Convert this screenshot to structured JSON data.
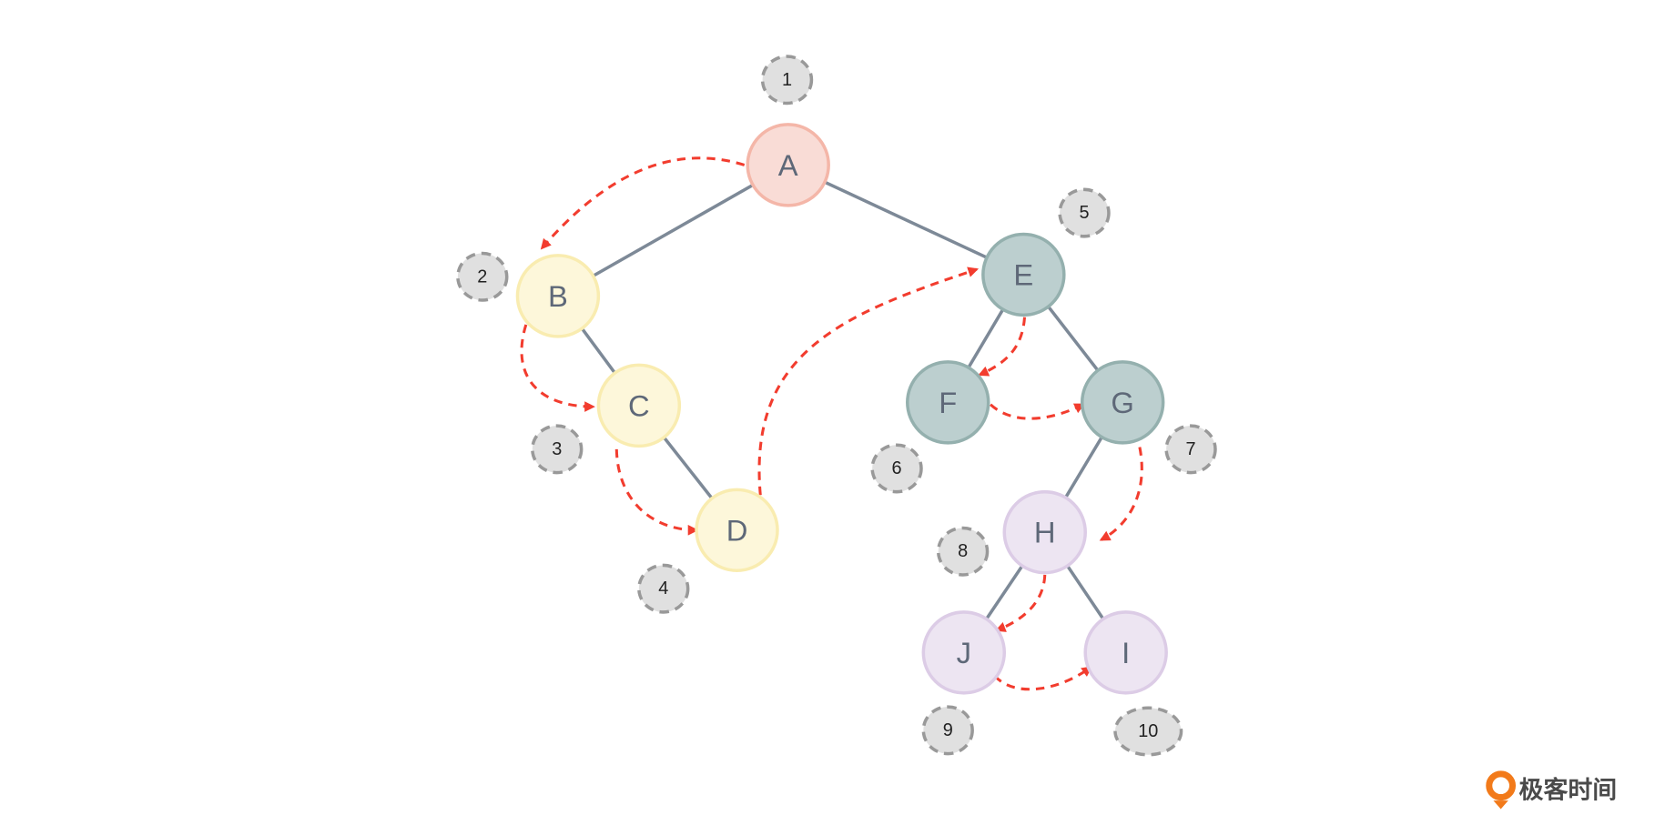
{
  "nodes": {
    "A": {
      "label": "A",
      "fill": "#f9dcd6",
      "stroke": "#f4b6a8"
    },
    "B": {
      "label": "B",
      "fill": "#fdf7da",
      "stroke": "#f9ecb0"
    },
    "C": {
      "label": "C",
      "fill": "#fdf7da",
      "stroke": "#f9ecb0"
    },
    "D": {
      "label": "D",
      "fill": "#fdf7da",
      "stroke": "#f9ecb0"
    },
    "E": {
      "label": "E",
      "fill": "#bccfcf",
      "stroke": "#94b0ae"
    },
    "F": {
      "label": "F",
      "fill": "#bccfcf",
      "stroke": "#94b0ae"
    },
    "G": {
      "label": "G",
      "fill": "#bccfcf",
      "stroke": "#94b0ae"
    },
    "H": {
      "label": "H",
      "fill": "#ede5f2",
      "stroke": "#dccce6"
    },
    "J": {
      "label": "J",
      "fill": "#ede5f2",
      "stroke": "#dccce6"
    },
    "I": {
      "label": "I",
      "fill": "#ede5f2",
      "stroke": "#dccce6"
    }
  },
  "edges": [
    [
      "A",
      "B"
    ],
    [
      "A",
      "E"
    ],
    [
      "B",
      "C"
    ],
    [
      "C",
      "D"
    ],
    [
      "E",
      "F"
    ],
    [
      "E",
      "G"
    ],
    [
      "G",
      "H"
    ],
    [
      "H",
      "J"
    ],
    [
      "H",
      "I"
    ]
  ],
  "traversal_order": [
    "A",
    "B",
    "C",
    "D",
    "E",
    "F",
    "G",
    "H",
    "J",
    "I"
  ],
  "badges": [
    "1",
    "2",
    "3",
    "4",
    "5",
    "6",
    "7",
    "8",
    "9",
    "10"
  ],
  "colors": {
    "edge": "#7d8997",
    "arrow": "#f23c2e",
    "badge_fill": "#e0e0e0",
    "badge_stroke": "#999999"
  },
  "logo": {
    "text": "极客时间"
  }
}
